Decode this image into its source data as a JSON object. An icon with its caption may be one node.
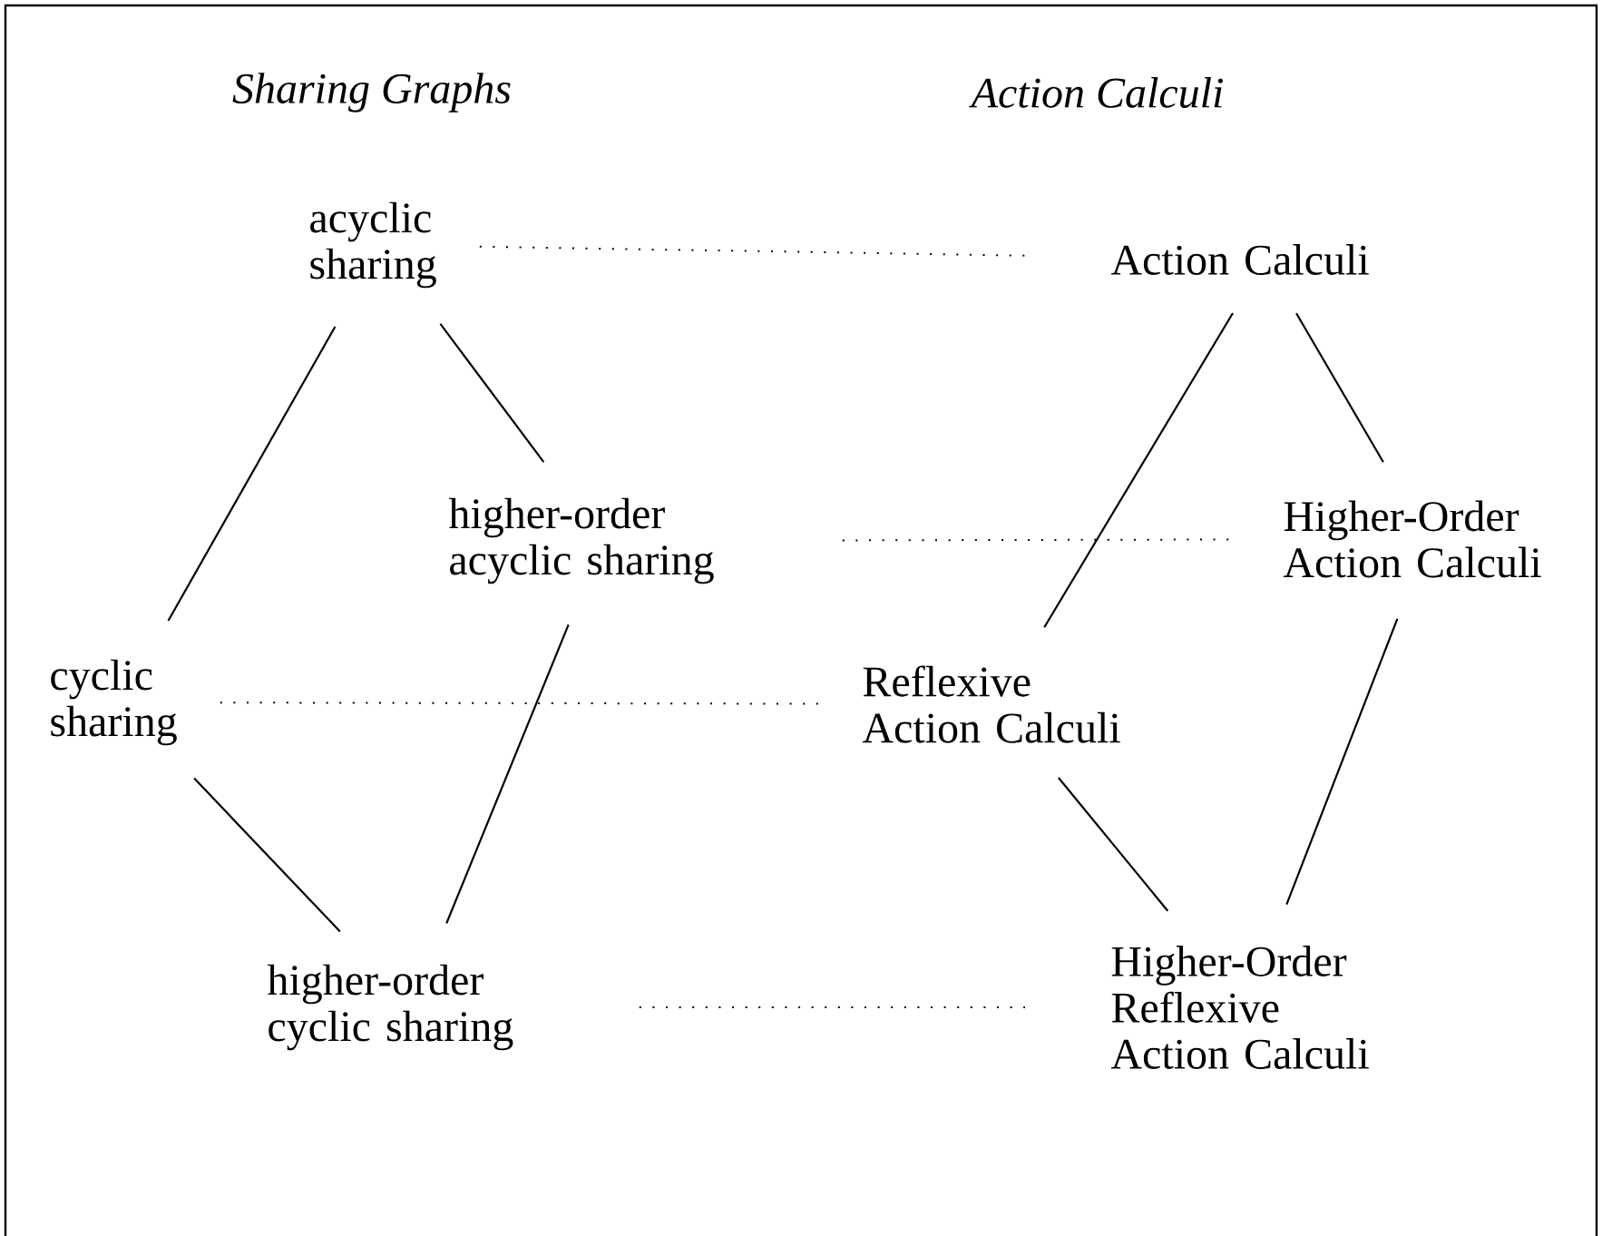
{
  "diagram": {
    "nodes": [
      {
        "text": [
          "acyclic sharing"
        ]
      },
      {
        "text": [
          "Action Calculi"
        ]
      },
      {
        "text": [
          "higher-order acyclic sharing"
        ]
      },
      {
        "text": [
          "Higher-Order Action Calculi"
        ]
      },
      {
        "text": [
          "cyclic sharing"
        ]
      },
      {
        "text": [
          "Reflexive Action Calculi"
        ]
      },
      {
        "text": [
          "higher-order cyclic sharing"
        ]
      },
      {
        "text": [
          "Higher-Order Reflexive Action Calculi"
        ]
      }
    ],
    "edges": [
      {
        "from": 0,
        "to": 1,
        "arrow": "none",
        "style": "dashed"
      },
      {
        "from": 0,
        "to": 4,
        "arrow": "none"
      },
      {
        "from": 0,
        "to": 2,
        "arrow": "none"
      },
      {
        "from": 1,
        "to": 5,
        "arrow": "none"
      },
      {
        "from": 1,
        "to": 3,
        "arrow": "none"
      },
      {
        "from": 2,
        "to": 3,
        "arrow": "none",
        "style": "dashed"
      },
      {
        "from": 4,
        "to": 5,
        "arrow": "none",
        "style": "dashed"
      },
      {
        "from": 4,
        "to": 6,
        "arrow": "none"
      },
      {
        "from": 2,
        "to": 6,
        "arrow": "none"
      },
      {
        "from": 5,
        "to": 7,
        "arrow": "none"
      },
      {
        "from": 3,
        "to": 7,
        "arrow": "none"
      },
      {
        "from": 6,
        "to": 7,
        "arrow": "none",
        "style": "dashed"
      }
    ],
    "labels": [
      "Sharing Graphs",
      "Action Calculi"
    ]
  }
}
